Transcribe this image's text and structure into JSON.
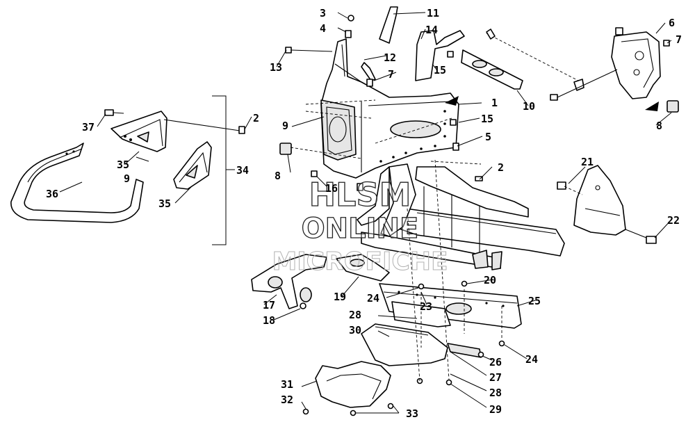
{
  "watermark": {
    "line1": "HLSM",
    "line2": "ONLINE",
    "line3": "MICROFICHE"
  },
  "callouts": [
    {
      "id": "c1",
      "label": "1"
    },
    {
      "id": "c2a",
      "label": "2"
    },
    {
      "id": "c2b",
      "label": "2"
    },
    {
      "id": "c3",
      "label": "3"
    },
    {
      "id": "c4",
      "label": "4"
    },
    {
      "id": "c5",
      "label": "5"
    },
    {
      "id": "c6",
      "label": "6"
    },
    {
      "id": "c7a",
      "label": "7"
    },
    {
      "id": "c7b",
      "label": "7"
    },
    {
      "id": "c8a",
      "label": "8"
    },
    {
      "id": "c8b",
      "label": "8"
    },
    {
      "id": "c9a",
      "label": "9"
    },
    {
      "id": "c9b",
      "label": "9"
    },
    {
      "id": "c10",
      "label": "10"
    },
    {
      "id": "c11",
      "label": "11"
    },
    {
      "id": "c12",
      "label": "12"
    },
    {
      "id": "c13",
      "label": "13"
    },
    {
      "id": "c14",
      "label": "14"
    },
    {
      "id": "c15a",
      "label": "15"
    },
    {
      "id": "c15b",
      "label": "15"
    },
    {
      "id": "c16",
      "label": "16"
    },
    {
      "id": "c17",
      "label": "17"
    },
    {
      "id": "c18",
      "label": "18"
    },
    {
      "id": "c19",
      "label": "19"
    },
    {
      "id": "c20",
      "label": "20"
    },
    {
      "id": "c21",
      "label": "21"
    },
    {
      "id": "c22",
      "label": "22"
    },
    {
      "id": "c23",
      "label": "23"
    },
    {
      "id": "c24a",
      "label": "24"
    },
    {
      "id": "c24b",
      "label": "24"
    },
    {
      "id": "c25",
      "label": "25"
    },
    {
      "id": "c26",
      "label": "26"
    },
    {
      "id": "c27",
      "label": "27"
    },
    {
      "id": "c28a",
      "label": "28"
    },
    {
      "id": "c28b",
      "label": "28"
    },
    {
      "id": "c29",
      "label": "29"
    },
    {
      "id": "c30",
      "label": "30"
    },
    {
      "id": "c31",
      "label": "31"
    },
    {
      "id": "c32",
      "label": "32"
    },
    {
      "id": "c33",
      "label": "33"
    },
    {
      "id": "c34",
      "label": "34"
    },
    {
      "id": "c35a",
      "label": "35"
    },
    {
      "id": "c35b",
      "label": "35"
    },
    {
      "id": "c36",
      "label": "36"
    },
    {
      "id": "c37",
      "label": "37"
    }
  ]
}
